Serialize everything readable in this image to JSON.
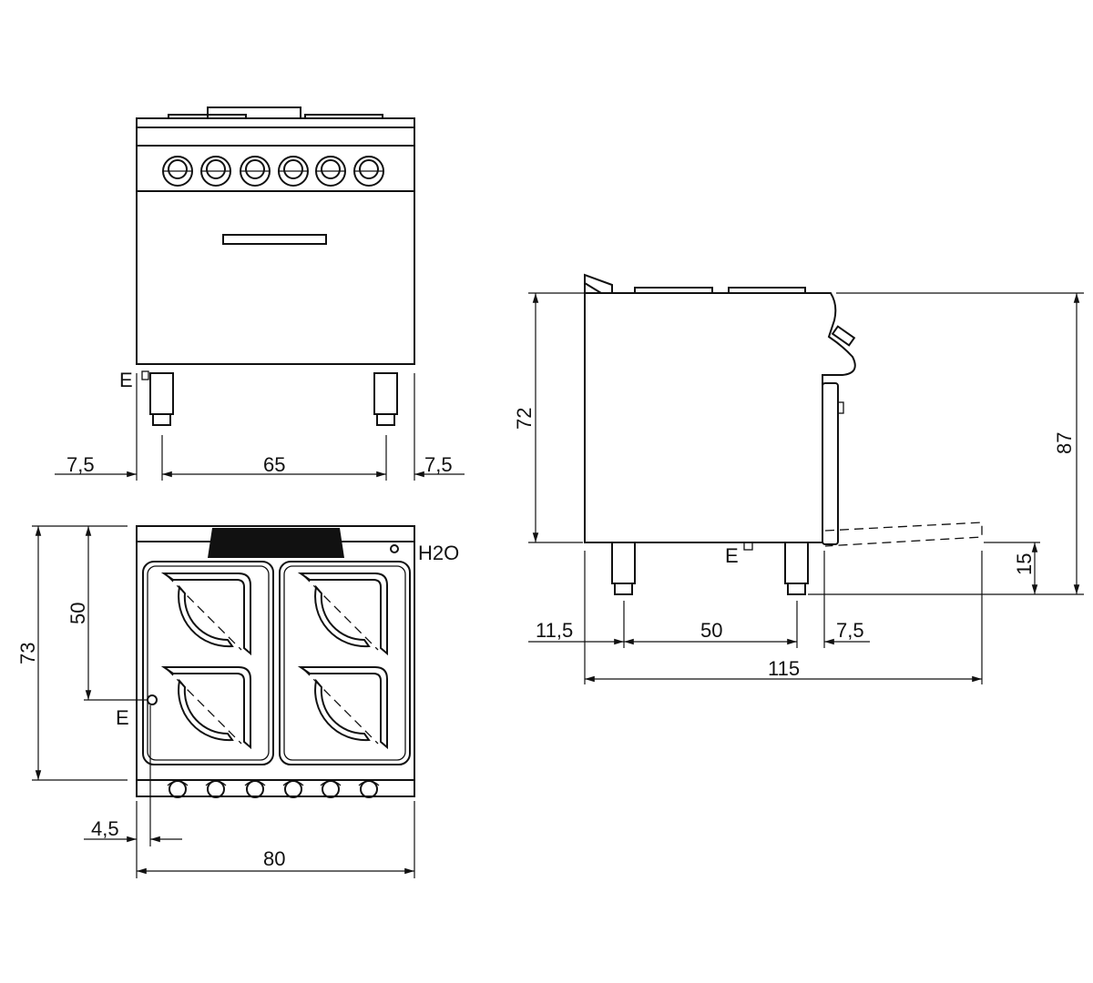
{
  "front_view": {
    "dims": {
      "left_offset": "7,5",
      "leg_span": "65",
      "right_offset": "7,5"
    },
    "labels": {
      "earth": "E"
    }
  },
  "top_view": {
    "dims": {
      "depth": "73",
      "earth_depth": "50",
      "earth_offset": "4,5",
      "width": "80"
    },
    "labels": {
      "water": "H2O",
      "earth": "E"
    }
  },
  "side_view": {
    "dims": {
      "body_height": "72",
      "total_height": "87",
      "leg_height": "15",
      "rear_offset": "11,5",
      "leg_span": "50",
      "front_offset": "7,5",
      "open_depth": "115"
    },
    "labels": {
      "earth": "E"
    }
  }
}
